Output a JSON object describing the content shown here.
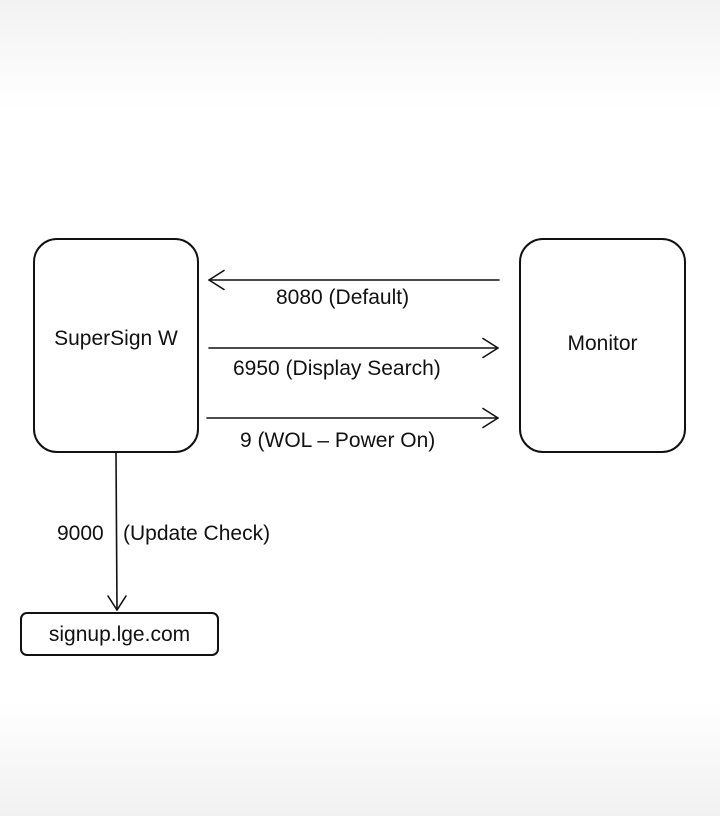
{
  "nodes": {
    "supersign": {
      "label": "SuperSign W"
    },
    "monitor": {
      "label": "Monitor"
    },
    "domain": {
      "label": "signup.lge.com"
    }
  },
  "edges": {
    "default": {
      "from": "Monitor",
      "to": "SuperSign W",
      "label": "8080 (Default)"
    },
    "display_search": {
      "from": "SuperSign W",
      "to": "Monitor",
      "label": "6950 (Display Search)"
    },
    "wol": {
      "from": "SuperSign W",
      "to": "Monitor",
      "label": "9 (WOL – Power On)"
    },
    "update_check": {
      "from": "SuperSign W",
      "to": "signup.lge.com",
      "port": "9000",
      "description": "(Update Check)"
    }
  },
  "colors": {
    "stroke": "#111111",
    "background": "#ffffff"
  }
}
